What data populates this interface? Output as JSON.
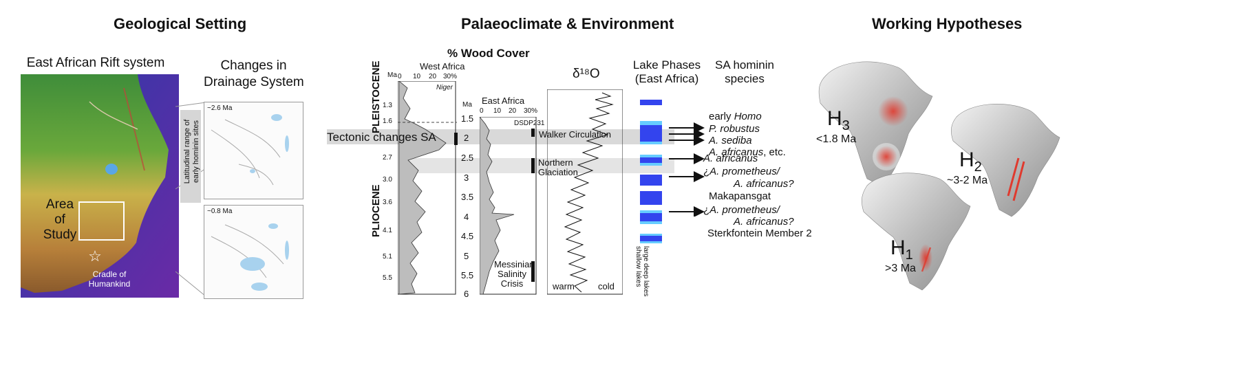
{
  "titles": {
    "geological": "Geological Setting",
    "palaeo": "Palaeoclimate & Environment",
    "hypotheses": "Working Hypotheses"
  },
  "rift_map": {
    "title": "East African Rift system",
    "area_label_1": "Area",
    "area_label_2": "of",
    "area_label_3": "Study",
    "cradle_label_1": "Cradle of",
    "cradle_label_2": "Humankind"
  },
  "drainage": {
    "title_line1": "Changes in",
    "title_line2": "Drainage System",
    "map1_age": "~2.6 Ma",
    "map2_age": "~0.8 Ma",
    "side_label_line1": "Latitudinal range of",
    "side_label_line2": "early hominin sites"
  },
  "palaeo_chart": {
    "wood_title": "% Wood Cover",
    "west_africa": "West Africa",
    "niger": "Niger",
    "east_africa": "East Africa",
    "dsdp": "DSDP231",
    "ma_label": "Ma",
    "epoch_pleistocene": "PLEISTOCENE",
    "epoch_pliocene": "PLIOCENE",
    "west_ticks": [
      "0",
      "10",
      "20",
      "30%"
    ],
    "west_ages": [
      "1.3",
      "1.6",
      "2.7",
      "3.0",
      "3.6",
      "4.1",
      "5.1",
      "5.5"
    ],
    "east_ticks": [
      "0",
      "10",
      "20",
      "30%"
    ],
    "east_ages": [
      "1.5",
      "2",
      "2.5",
      "3",
      "3.5",
      "4",
      "4.5",
      "5",
      "5.5",
      "6"
    ],
    "tectonic_label": "Tectonic changes SA",
    "walker": "Walker Circulation",
    "northern_1": "Northern",
    "northern_2": "Glaciation",
    "messinian_1": "Messinian",
    "messinian_2": "Salinity",
    "messinian_3": "Crisis",
    "d18o_label": "δ¹⁸O",
    "warm": "warm",
    "cold": "cold",
    "lake_title_1": "Lake Phases",
    "lake_title_2": "(East Africa)",
    "lake_axis_1": "large deep lakes",
    "lake_axis_2": "shallow lakes",
    "colors": {
      "deep": "#3344ee",
      "shallow": "#66ccff",
      "band": "#d9d9d9",
      "red": "#e03a2e"
    }
  },
  "sa_hominins": {
    "title_1": "SA hominin",
    "title_2": "species",
    "items": [
      {
        "pre": "early ",
        "it": "Homo",
        "post": ""
      },
      {
        "pre": "",
        "it": "P. robustus",
        "post": ""
      },
      {
        "pre": "",
        "it": "A. sediba",
        "post": ""
      },
      {
        "pre": "",
        "it": "A. africanus",
        "post": ", etc."
      },
      {
        "pre": "",
        "it": "A. africanus",
        "post": ""
      },
      {
        "pre": "¿",
        "it": "A. prometheus/",
        "post": ""
      },
      {
        "pre": "",
        "it": "A. africanus?",
        "post": ""
      },
      {
        "pre": "Makapansgat",
        "it": "",
        "post": ""
      },
      {
        "pre": "¿",
        "it": "A. prometheus/",
        "post": ""
      },
      {
        "pre": "",
        "it": "A. africanus?",
        "post": ""
      },
      {
        "pre": "Sterkfontein Member 2",
        "it": "",
        "post": ""
      }
    ]
  },
  "hypotheses": {
    "h3_label": "H",
    "h3_sub": "3",
    "h3_age": "<1.8 Ma",
    "h2_label": "H",
    "h2_sub": "2",
    "h2_age": "~3-2 Ma",
    "h1_label": "H",
    "h1_sub": "1",
    "h1_age": ">3 Ma"
  }
}
